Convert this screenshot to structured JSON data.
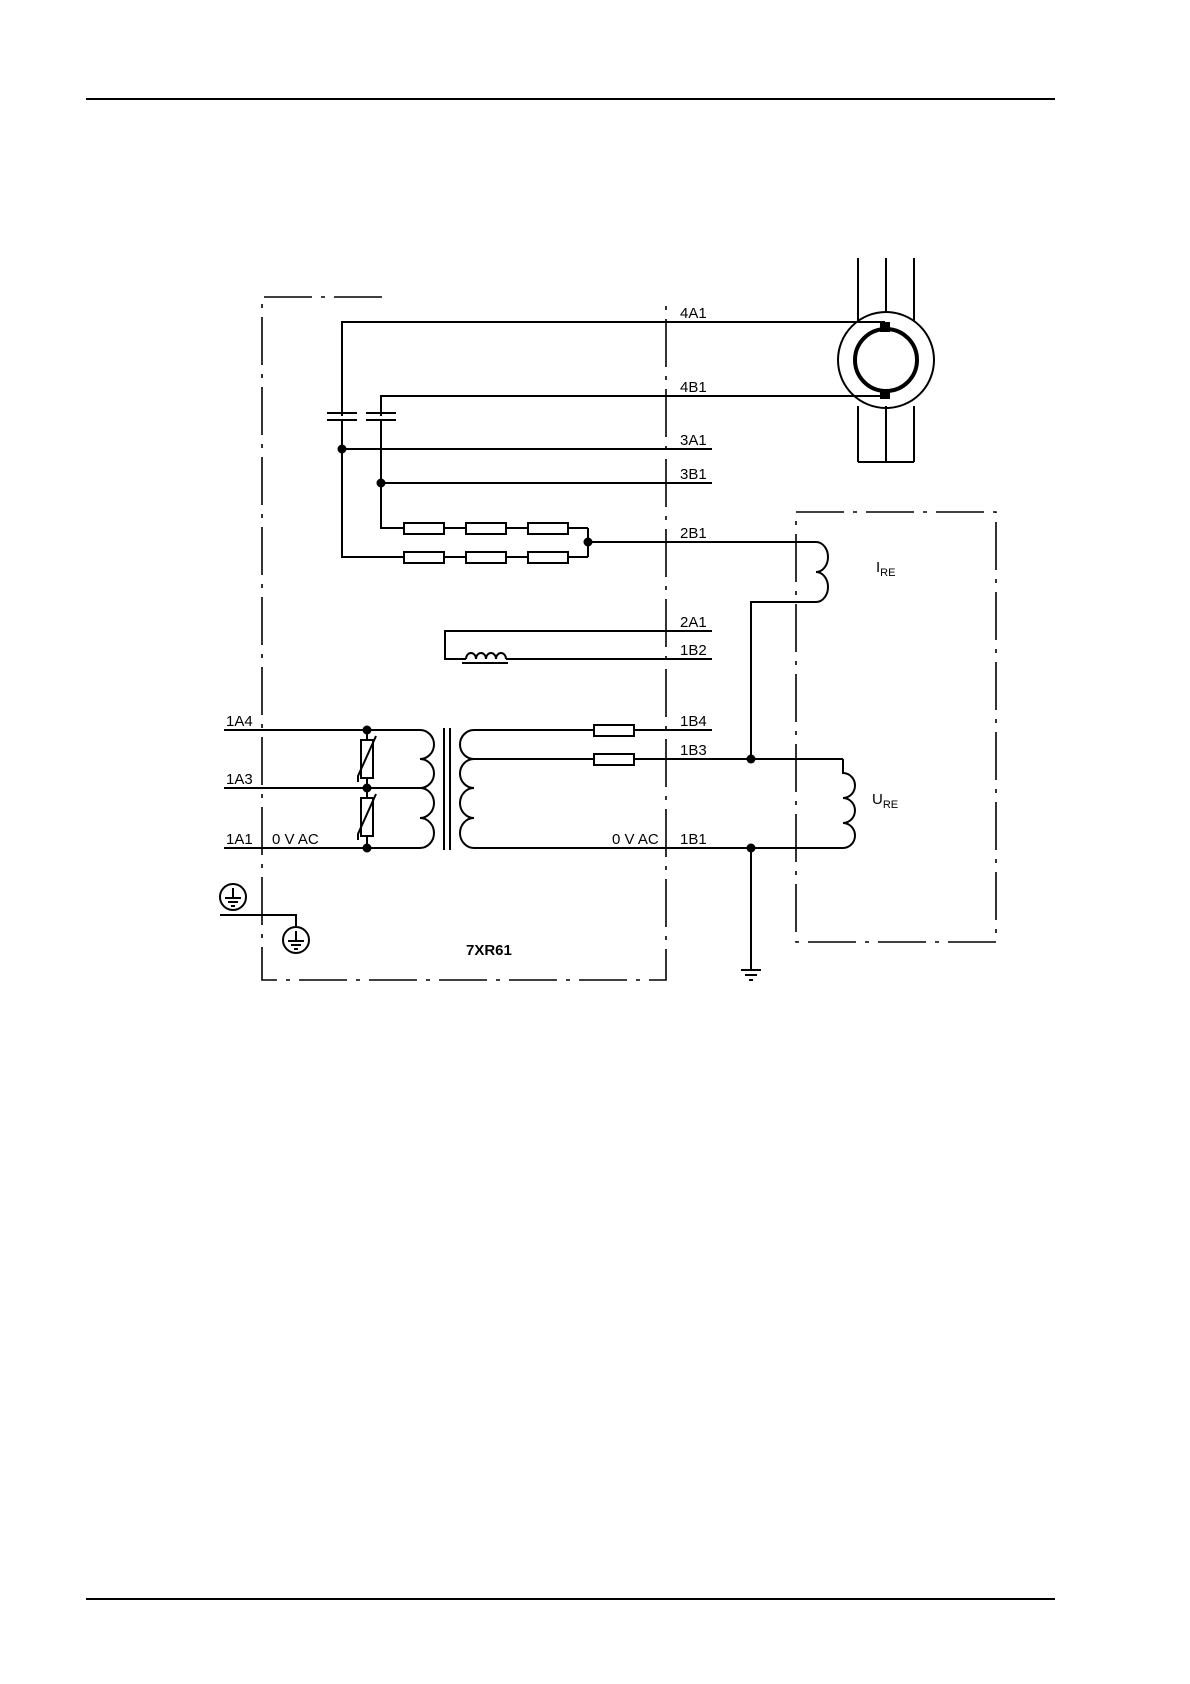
{
  "device_label": "7XR61",
  "terminals": {
    "t4A1": "4A1",
    "t4B1": "4B1",
    "t3A1": "3A1",
    "t3B1": "3B1",
    "t2B1": "2B1",
    "t2A1": "2A1",
    "t1B2": "1B2",
    "t1B4": "1B4",
    "t1B3": "1B3",
    "t1B1": "1B1",
    "t1A4": "1A4",
    "t1A3": "1A3",
    "t1A1": "1A1"
  },
  "zero_v_ac": "0 V AC",
  "ire": {
    "main": "I",
    "sub": "RE"
  },
  "ure": {
    "main": "U",
    "sub": "RE"
  }
}
